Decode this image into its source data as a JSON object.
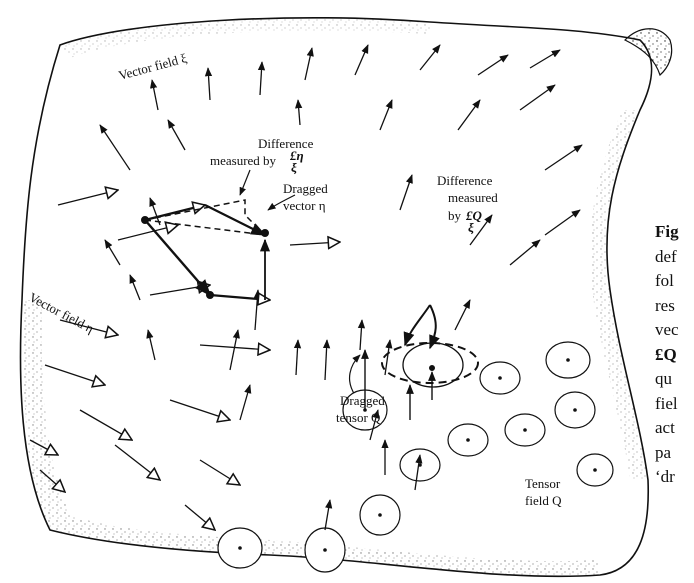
{
  "labels": {
    "vector_field_xi": "Vector field ξ",
    "vector_field_eta": "Vector field η",
    "diff_eta_1": "Difference",
    "diff_eta_2": "measured by",
    "lie_eta": "£η",
    "sub_xi_1": "ξ",
    "dragged_vector_1": "Dragged",
    "dragged_vector_2": "vector η",
    "diff_q_1": "Difference",
    "diff_q_2": "measured",
    "diff_q_3": "by",
    "lie_q": "£Q",
    "sub_xi_2": "ξ",
    "dragged_tensor_1": "Dragged",
    "dragged_tensor_2": "tensor Q",
    "tensor_field_1": "Tensor",
    "tensor_field_2": "field Q"
  },
  "caption": {
    "line1": "Fig",
    "line2": "def",
    "line3": "fol",
    "line4": "res",
    "line5": "vec",
    "line6": "£Q",
    "line7": "qu",
    "line8": "fiel",
    "line9": "act",
    "line10": "pa",
    "line11": "‘dr"
  }
}
